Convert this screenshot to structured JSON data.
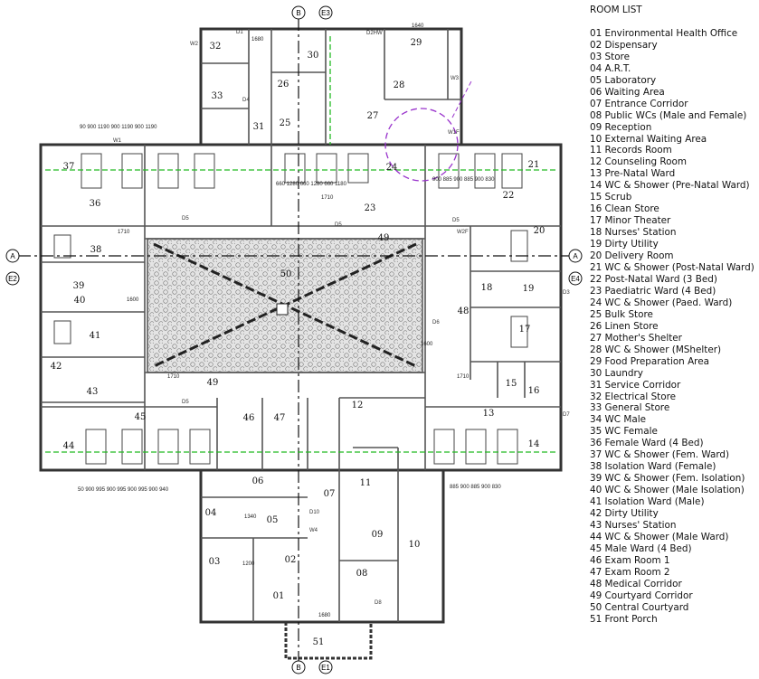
{
  "room_list": {
    "title": "ROOM LIST",
    "items": [
      "01 Environmental Health Office",
      "02 Dispensary",
      "03 Store",
      "04 A.R.T.",
      "05 Laboratory",
      "06 Waiting Area",
      "07 Entrance Corridor",
      "08 Public WCs (Male and Female)",
      "09 Reception",
      "10 External Waiting Area",
      "11 Records Room",
      "12 Counseling Room",
      "13 Pre-Natal Ward",
      "14 WC & Shower (Pre-Natal Ward)",
      "15 Scrub",
      "16 Clean Store",
      "17 Minor Theater",
      "18 Nurses' Station",
      "19 Dirty Utility",
      "20 Delivery Room",
      "21 WC & Shower (Post-Natal Ward)",
      "22 Post-Natal Ward (3 Bed)",
      "23 Paediatric Ward (4 Bed)",
      "24 WC & Shower (Paed. Ward)",
      "25 Bulk Store",
      "26 Linen Store",
      "27 Mother's Shelter",
      "28 WC & Shower (MShelter)",
      "29 Food Preparation Area",
      "30 Laundry",
      "31 Service Corridor",
      "32 Electrical Store",
      "33 General Store",
      "34 WC Male",
      "35 WC Female",
      "36 Female Ward (4 Bed)",
      "37 WC & Shower (Fem. Ward)",
      "38 Isolation Ward (Female)",
      "39 WC & Shower (Fem. Isolation)",
      "40 WC & Shower (Male Isolation)",
      "41 Isolation Ward (Male)",
      "42 Dirty Utility",
      "43 Nurses' Station",
      "44 WC & Shower (Male Ward)",
      "45 Male Ward (4 Bed)",
      "46 Exam Room 1",
      "47 Exam Room 2",
      "48 Medical Corridor",
      "49 Courtyard Corridor",
      "50 Central Courtyard",
      "51 Front Porch"
    ]
  },
  "plan": {
    "room_numbers": [
      "01",
      "02",
      "03",
      "04",
      "05",
      "06",
      "07",
      "08",
      "09",
      "10",
      "11",
      "12",
      "13",
      "14",
      "15",
      "16",
      "17",
      "18",
      "19",
      "20",
      "21",
      "22",
      "23",
      "24",
      "25",
      "26",
      "27",
      "28",
      "29",
      "30",
      "31",
      "32",
      "33",
      "36",
      "37",
      "38",
      "39",
      "40",
      "41",
      "42",
      "43",
      "44",
      "45",
      "46",
      "47",
      "48",
      "49",
      "49",
      "50",
      "51"
    ],
    "section_markers": {
      "b_top": "B",
      "e3": "E3",
      "a_left": "A",
      "e2": "E2",
      "a_right": "A",
      "e4": "E4",
      "b_bottom": "B",
      "e1": "E1"
    },
    "dimensions": {
      "top_left": "90 900 1190 900 1190 900 1190",
      "bottom_left": "50 900 995 900 995 900 995 900 940",
      "bottom_right": "885 900 885 900 830",
      "top_right": "900 885 900 885 900 830",
      "paed": "660 1280 660 1280 660 1180",
      "d2hw": "1640",
      "d1_top": "1680",
      "d1_bottom": "1680",
      "w1710_a": "1710",
      "w1710_b": "1710",
      "w1710_c": "1710",
      "w1710_d": "1710",
      "w1600": "1600",
      "w1600b": "1600",
      "lab": "1340",
      "disp": "1200"
    },
    "tags": {
      "d1": "D1",
      "d2hw": "D2HW",
      "d5a": "D5",
      "d5b": "D5",
      "d5c": "D5",
      "d5d": "D5",
      "d6": "D6",
      "d7": "D7",
      "d8": "D8",
      "d10": "D10",
      "w1f": "W1F",
      "w2f": "W2F",
      "w3": "W3",
      "w4": "W4",
      "d3": "D3",
      "d4": "D4",
      "w1": "W1",
      "w2": "W2"
    },
    "courtyard_label": "50",
    "colors": {
      "section_line": "#22bb22",
      "highlight": "#9933cc",
      "wall": "#333333",
      "courtyard": "#cfcfcf"
    }
  }
}
